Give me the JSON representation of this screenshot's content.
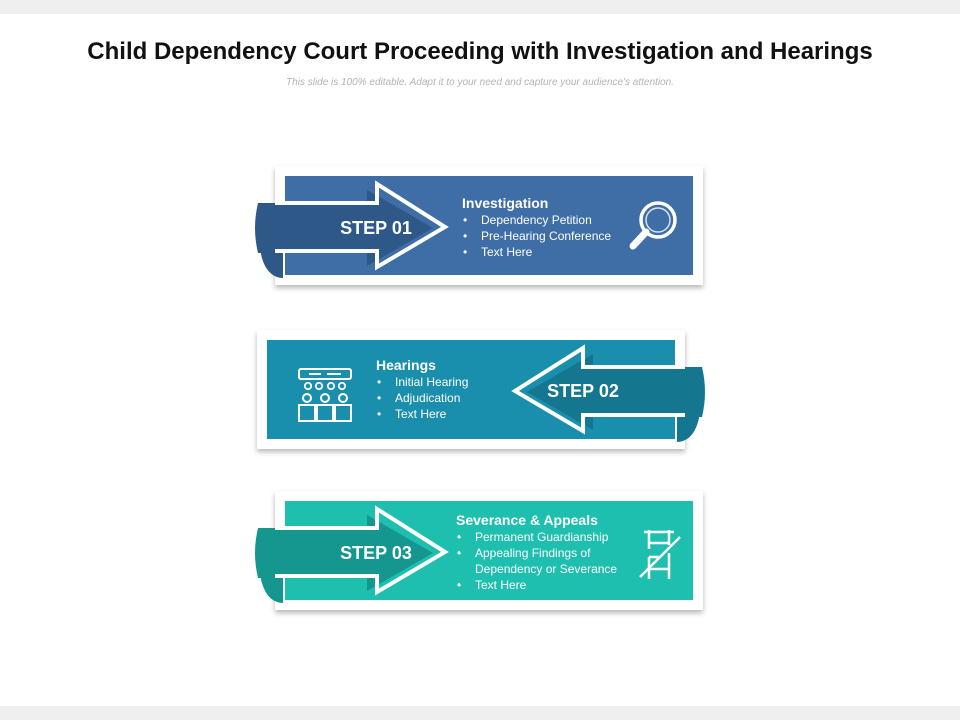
{
  "title": "Child Dependency Court Proceeding with Investigation and Hearings",
  "subtitle": "This slide is 100% editable. Adapt it to your need and capture your audience's attention.",
  "steps": [
    {
      "label": "STEP 01",
      "heading": "Investigation",
      "points": [
        "Dependency Petition",
        "Pre-Hearing Conference",
        "Text Here"
      ],
      "icon": "magnifier-icon",
      "color": "#3e6ea5",
      "ribbon_color": "#2e5888"
    },
    {
      "label": "STEP 02",
      "heading": "Hearings",
      "points": [
        "Initial Hearing",
        "Adjudication",
        "Text Here"
      ],
      "icon": "courtroom-audience-icon",
      "color": "#1a8fad",
      "ribbon_color": "#157690"
    },
    {
      "label": "STEP 03",
      "heading": "Severance & Appeals",
      "points": [
        "Permanent Guardianship",
        "Appealing Findings of Dependency or Severance",
        "Text Here"
      ],
      "icon": "broken-ladder-icon",
      "color": "#1fbfb0",
      "ribbon_color": "#15968e"
    }
  ]
}
